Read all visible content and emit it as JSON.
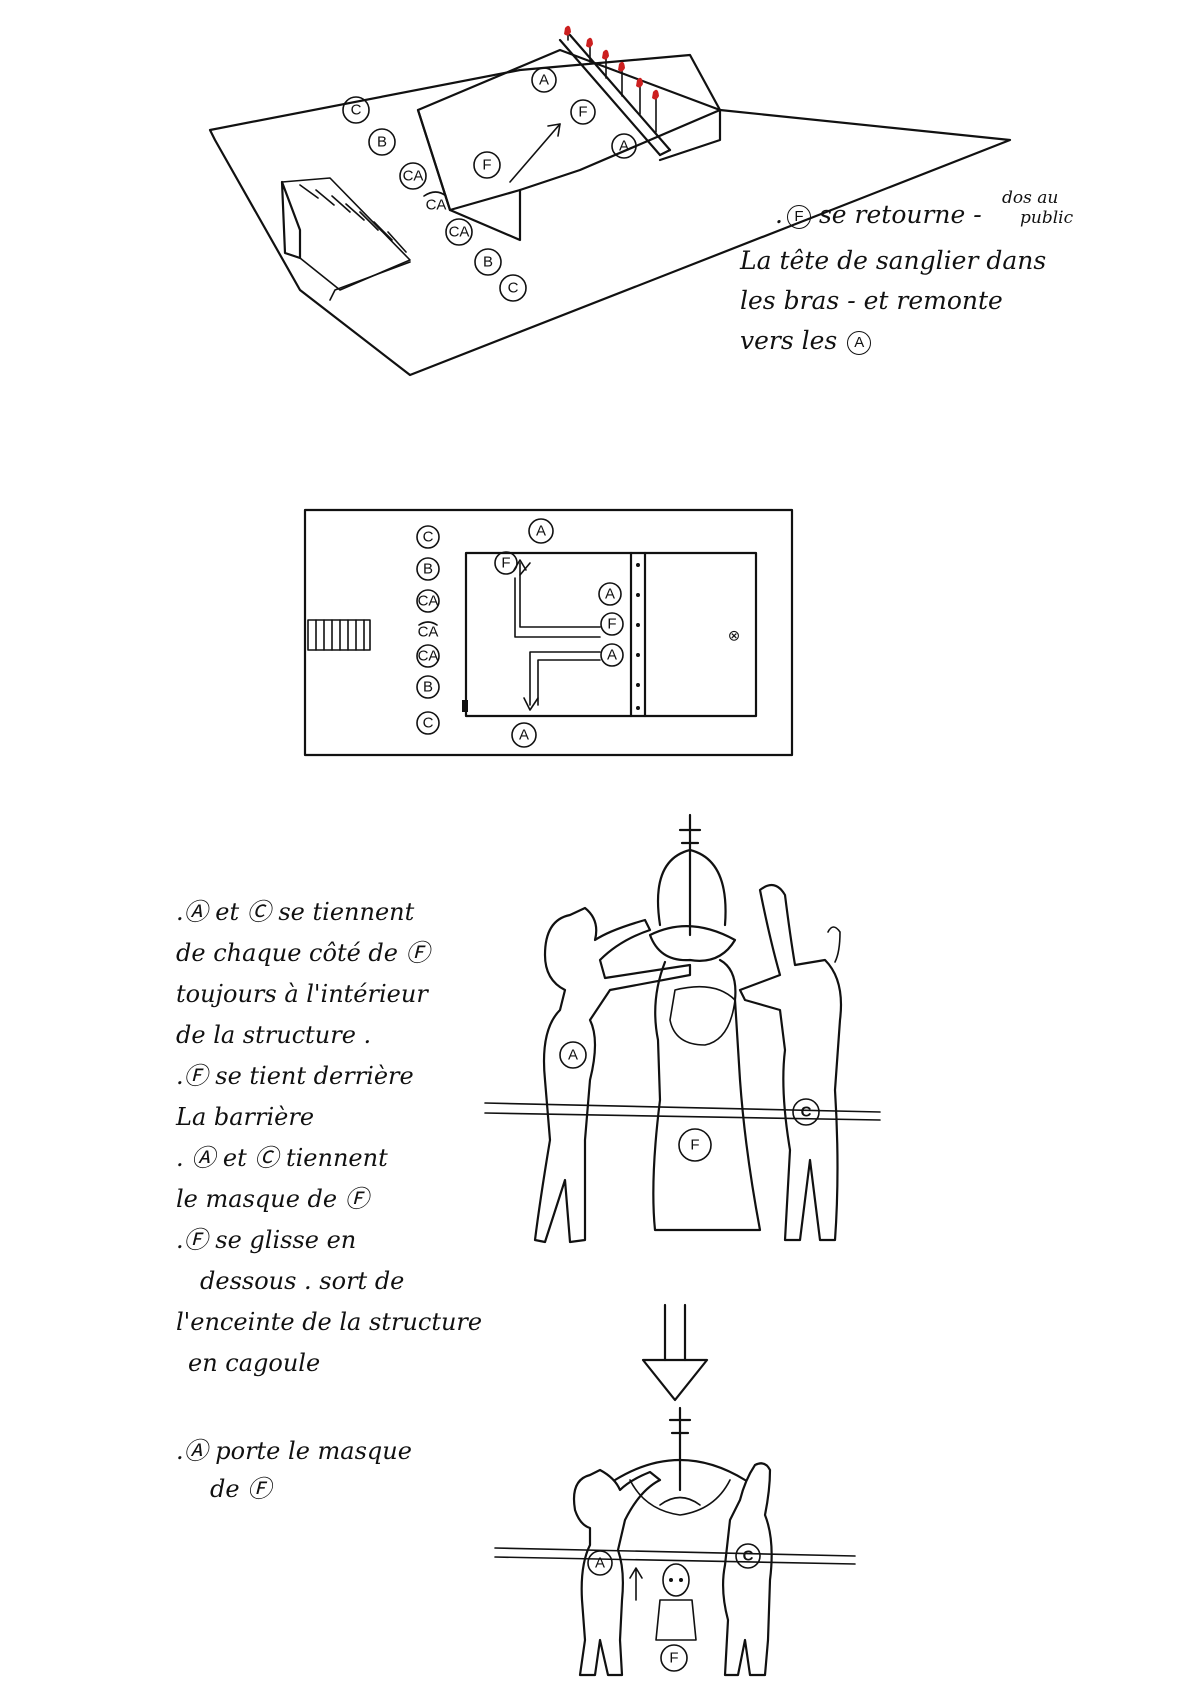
{
  "page": {
    "background": "#ffffff",
    "ink": "#111111",
    "flag_color": "#cc1f1f"
  },
  "symbols": {
    "A": "A",
    "B": "B",
    "C": "C",
    "CA": "CA",
    "CA_arc": "CA",
    "F": "F",
    "X": "⊗"
  },
  "scene1": {
    "note_lead": ".",
    "note_symbol": "F",
    "note_line1": "se retourne -",
    "note_small_1": "dos au",
    "note_small_2": "public",
    "note_line2": "La tête de sanglier dans",
    "note_line3": "les bras - et remonte",
    "note_line4": "vers les"
  },
  "scene3": {
    "lines": [
      ".Ⓐ et Ⓒ se tiennent",
      "de chaque côté de Ⓕ",
      "toujours à l'intérieur",
      "de la structure .",
      ".Ⓕ se tient derrière",
      "La barrière",
      ". Ⓐ et Ⓒ tiennent",
      "le masque de Ⓕ",
      ".Ⓕ se glisse en",
      "dessous . sort de",
      "l'enceinte de la structure",
      "en cagoule"
    ],
    "figure_labels": {
      "left": "A",
      "right": "C",
      "center": "F"
    }
  },
  "scene4": {
    "lines": [
      ".Ⓐ porte le masque",
      "de Ⓕ"
    ],
    "figure_labels": {
      "left": "A",
      "right": "C",
      "center": "F"
    }
  }
}
